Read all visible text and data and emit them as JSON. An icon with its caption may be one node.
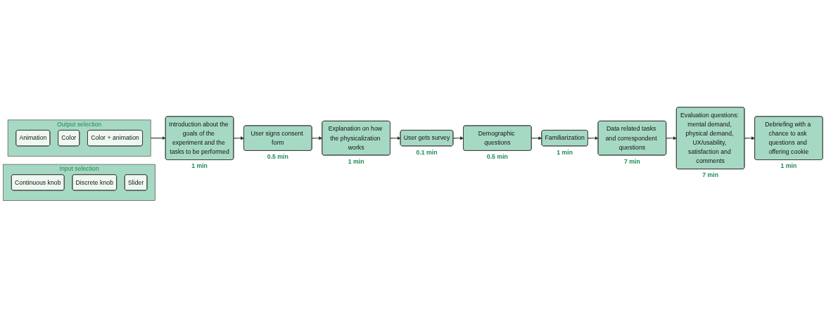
{
  "diagram": {
    "nodes": [
      {
        "text": [
          "Input selection"
        ]
      },
      {
        "text": [
          "Continuous knob"
        ],
        "in": 0
      },
      {
        "text": [
          "Discrete knob"
        ],
        "in": 0
      },
      {
        "text": [
          "Slider"
        ],
        "in": 0
      },
      {
        "text": [
          "Output selection"
        ]
      },
      {
        "text": [
          "Animation"
        ],
        "in": 4
      },
      {
        "text": [
          "Color"
        ],
        "in": 4
      },
      {
        "text": [
          "Color + animation"
        ],
        "in": 4
      },
      {
        "text": [
          "Introduction about the goals of the experiment and the tasks to be performed"
        ],
        "beside": [
          "1 min"
        ]
      },
      {
        "text": [
          "User signs consent form"
        ],
        "beside": [
          "0.5 min"
        ]
      },
      {
        "text": [
          "Explanation on how the physicalization works"
        ],
        "beside": [
          "1 min"
        ]
      },
      {
        "text": [
          "User gets survey"
        ],
        "beside": [
          "0.1 min"
        ]
      },
      {
        "text": [
          "Demographic questions"
        ],
        "beside": [
          "0.5 min"
        ]
      },
      {
        "text": [
          "Familiarization"
        ],
        "beside": [
          "1 min"
        ]
      },
      {
        "text": [
          "Data related tasks and correspondent questions"
        ],
        "beside": [
          "7 min"
        ]
      },
      {
        "text": [
          "Evaluation questions: mental demand, physical demand, UX/usability, satisfaction and comments"
        ],
        "beside": [
          "7 min"
        ]
      },
      {
        "text": [
          "Debriefing with a chance to ask questions and offering cookie"
        ],
        "beside": [
          "1 min"
        ]
      }
    ],
    "edges": [
      {
        "from": 4,
        "to": 8,
        "arrow": "to"
      },
      {
        "from": 8,
        "to": 9,
        "arrow": "to"
      },
      {
        "from": 9,
        "to": 10,
        "arrow": "to"
      },
      {
        "from": 10,
        "to": 11,
        "arrow": "to"
      },
      {
        "from": 11,
        "to": 12,
        "arrow": "to"
      },
      {
        "from": 12,
        "to": 13,
        "arrow": "to"
      },
      {
        "from": 13,
        "to": 14,
        "arrow": "to"
      },
      {
        "from": 14,
        "to": 15,
        "arrow": "to"
      },
      {
        "from": 15,
        "to": 16,
        "arrow": "to"
      }
    ]
  }
}
